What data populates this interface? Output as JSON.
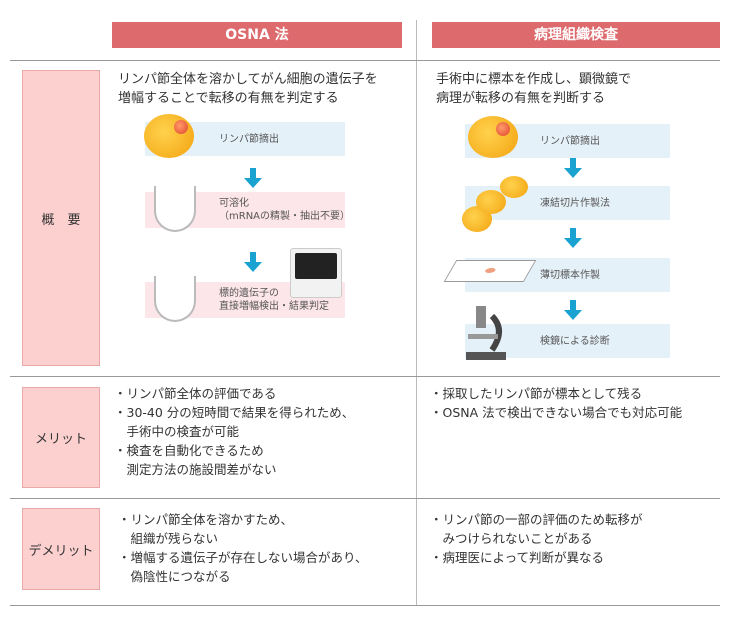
{
  "headers": {
    "osna": "OSNA 法",
    "pathology": "病理組織検査"
  },
  "rows": {
    "overview": {
      "label": "概　要",
      "osna_summary": [
        "リンパ節全体を溶かしてがん細胞の遺伝子を",
        "増幅することで転移の有無を判定する"
      ],
      "osna_steps": [
        "リンパ節摘出",
        "可溶化",
        "（mRNAの精製・抽出不要）",
        "標的遺伝子の",
        "直接増幅検出・結果判定"
      ],
      "pathology_summary": [
        "手術中に標本を作成し、顕微鏡で",
        "病理が転移の有無を判断する"
      ],
      "pathology_steps": [
        "リンパ節摘出",
        "凍結切片作製法",
        "薄切標本作製",
        "検鏡による診断"
      ]
    },
    "merit": {
      "label": "メリット",
      "osna": [
        "・リンパ節全体の評価である",
        "・30-40 分の短時間で結果を得られため、",
        "　手術中の検査が可能",
        "・検査を自動化できるため",
        "　測定方法の施設間差がない"
      ],
      "pathology": [
        "・採取したリンパ節が標本として残る",
        "・OSNA 法で検出できない場合でも対応可能"
      ]
    },
    "demerit": {
      "label": "デメリット",
      "osna": [
        "・リンパ節全体を溶かすため、",
        "　組織が残らない",
        "・増幅する遺伝子が存在しない場合があり、",
        "　偽陰性につながる"
      ],
      "pathology": [
        "・リンパ節の一部の評価のため転移が",
        "　みつけられないことがある",
        "・病理医によって判断が異なる"
      ]
    }
  },
  "colors": {
    "header": "#dd6b6e",
    "label_bg": "#fbd0cf",
    "arrow": "#1aa3d1"
  }
}
